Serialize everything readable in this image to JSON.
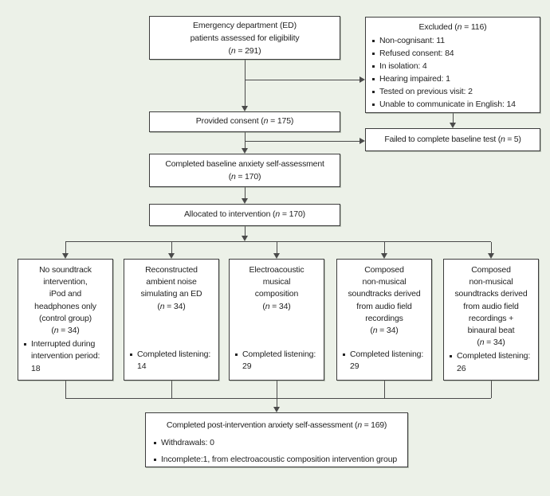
{
  "colors": {
    "background": "#ecf1e8",
    "box_fill": "#ffffff",
    "box_border": "#3d3d3d",
    "line": "#4a4a4a",
    "text": "#232323"
  },
  "boxes": {
    "eligibility": {
      "title": [
        "Emergency department (ED)",
        "patients assessed for eligibility",
        "(n = 291)"
      ]
    },
    "excluded": {
      "title": "Excluded (n = 116)",
      "items": [
        "Non-cognisant: 11",
        "Refused consent: 84",
        "In isolation: 4",
        "Hearing impaired: 1",
        "Tested on previous visit: 2",
        "Unable to communicate in English: 14"
      ]
    },
    "consent": {
      "title": "Provided consent (n = 175)"
    },
    "failed": {
      "title": "Failed to complete baseline test (n = 5)"
    },
    "baseline": {
      "title": [
        "Completed baseline anxiety self-assessment",
        "(n = 170)"
      ]
    },
    "allocated": {
      "title": "Allocated to intervention (n = 170)"
    },
    "post": {
      "title": "Completed post-intervention anxiety self-assessment (n = 169)",
      "items": [
        "Withdrawals: 0",
        "Incomplete:1, from electroacoustic composition intervention group"
      ]
    }
  },
  "groups": [
    {
      "title": [
        "No soundtrack",
        "intervention,",
        "iPod and",
        "headphones only",
        "(control group)",
        "(n = 34)"
      ],
      "items": [
        "Interrupted during intervention period: 18"
      ]
    },
    {
      "title": [
        "Reconstructed",
        "ambient noise",
        "simulating an ED",
        "(n = 34)"
      ],
      "items": [
        "Completed listening: 14"
      ]
    },
    {
      "title": [
        "Electroacoustic",
        "musical",
        "composition",
        "(n = 34)"
      ],
      "items": [
        "Completed listening: 29"
      ]
    },
    {
      "title": [
        "Composed",
        "non-musical",
        "soundtracks derived",
        "from audio field",
        "recordings",
        "(n = 34)"
      ],
      "items": [
        "Completed listening: 29"
      ]
    },
    {
      "title": [
        "Composed",
        "non-musical",
        "soundtracks derived",
        "from audio field",
        "recordings +",
        "binaural beat",
        "(n = 34)"
      ],
      "items": [
        "Completed listening: 26"
      ]
    }
  ]
}
